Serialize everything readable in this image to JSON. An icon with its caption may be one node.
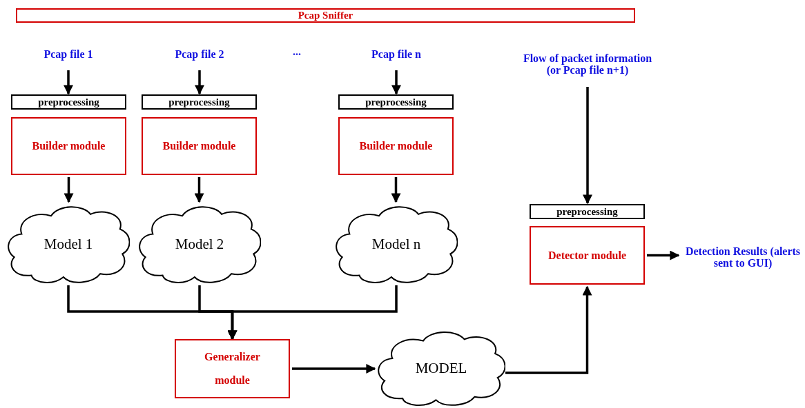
{
  "diagram": {
    "nodes": [
      {
        "text": [
          "Pcap Sniffer"
        ]
      },
      {
        "text": [
          "Pcap file 1"
        ]
      },
      {
        "text": [
          "Pcap file 2"
        ]
      },
      {
        "text": [
          "Pcap file n"
        ]
      },
      {
        "text": [
          "preprocessing"
        ]
      },
      {
        "text": [
          "Builder module"
        ]
      },
      {
        "text": [
          "Model 1"
        ]
      },
      {
        "text": [
          "preprocessing"
        ]
      },
      {
        "text": [
          "Builder module"
        ]
      },
      {
        "text": [
          "Model 2"
        ]
      },
      {
        "text": [
          "preprocessing"
        ]
      },
      {
        "text": [
          "Builder module"
        ]
      },
      {
        "text": [
          "Model n"
        ]
      },
      {
        "text": [
          "Flow of packet information (or Pcap file n+1)"
        ]
      },
      {
        "text": [
          "preprocessing"
        ]
      },
      {
        "text": [
          "Detector module"
        ]
      },
      {
        "text": [
          "Detection Results (alerts sent to GUI)"
        ]
      },
      {
        "text": [
          "Generalizer module"
        ]
      },
      {
        "text": [
          "MODEL"
        ]
      }
    ],
    "edges": [
      {
        "from": 1,
        "to": 4,
        "arrow": "to"
      },
      {
        "from": 2,
        "to": 7,
        "arrow": "to"
      },
      {
        "from": 3,
        "to": 10,
        "arrow": "to"
      },
      {
        "from": 5,
        "to": 6,
        "arrow": "to"
      },
      {
        "from": 8,
        "to": 9,
        "arrow": "to"
      },
      {
        "from": 11,
        "to": 12,
        "arrow": "to"
      },
      {
        "from": 6,
        "to": 17,
        "arrow": "to"
      },
      {
        "from": 9,
        "to": 17,
        "arrow": "to"
      },
      {
        "from": 12,
        "to": 17,
        "arrow": "to"
      },
      {
        "from": 17,
        "to": 18,
        "arrow": "to"
      },
      {
        "from": 18,
        "to": 15,
        "arrow": "to"
      },
      {
        "from": 13,
        "to": 14,
        "arrow": "to"
      },
      {
        "from": 15,
        "to": 16,
        "arrow": "to"
      }
    ],
    "labels": [
      "..."
    ]
  }
}
